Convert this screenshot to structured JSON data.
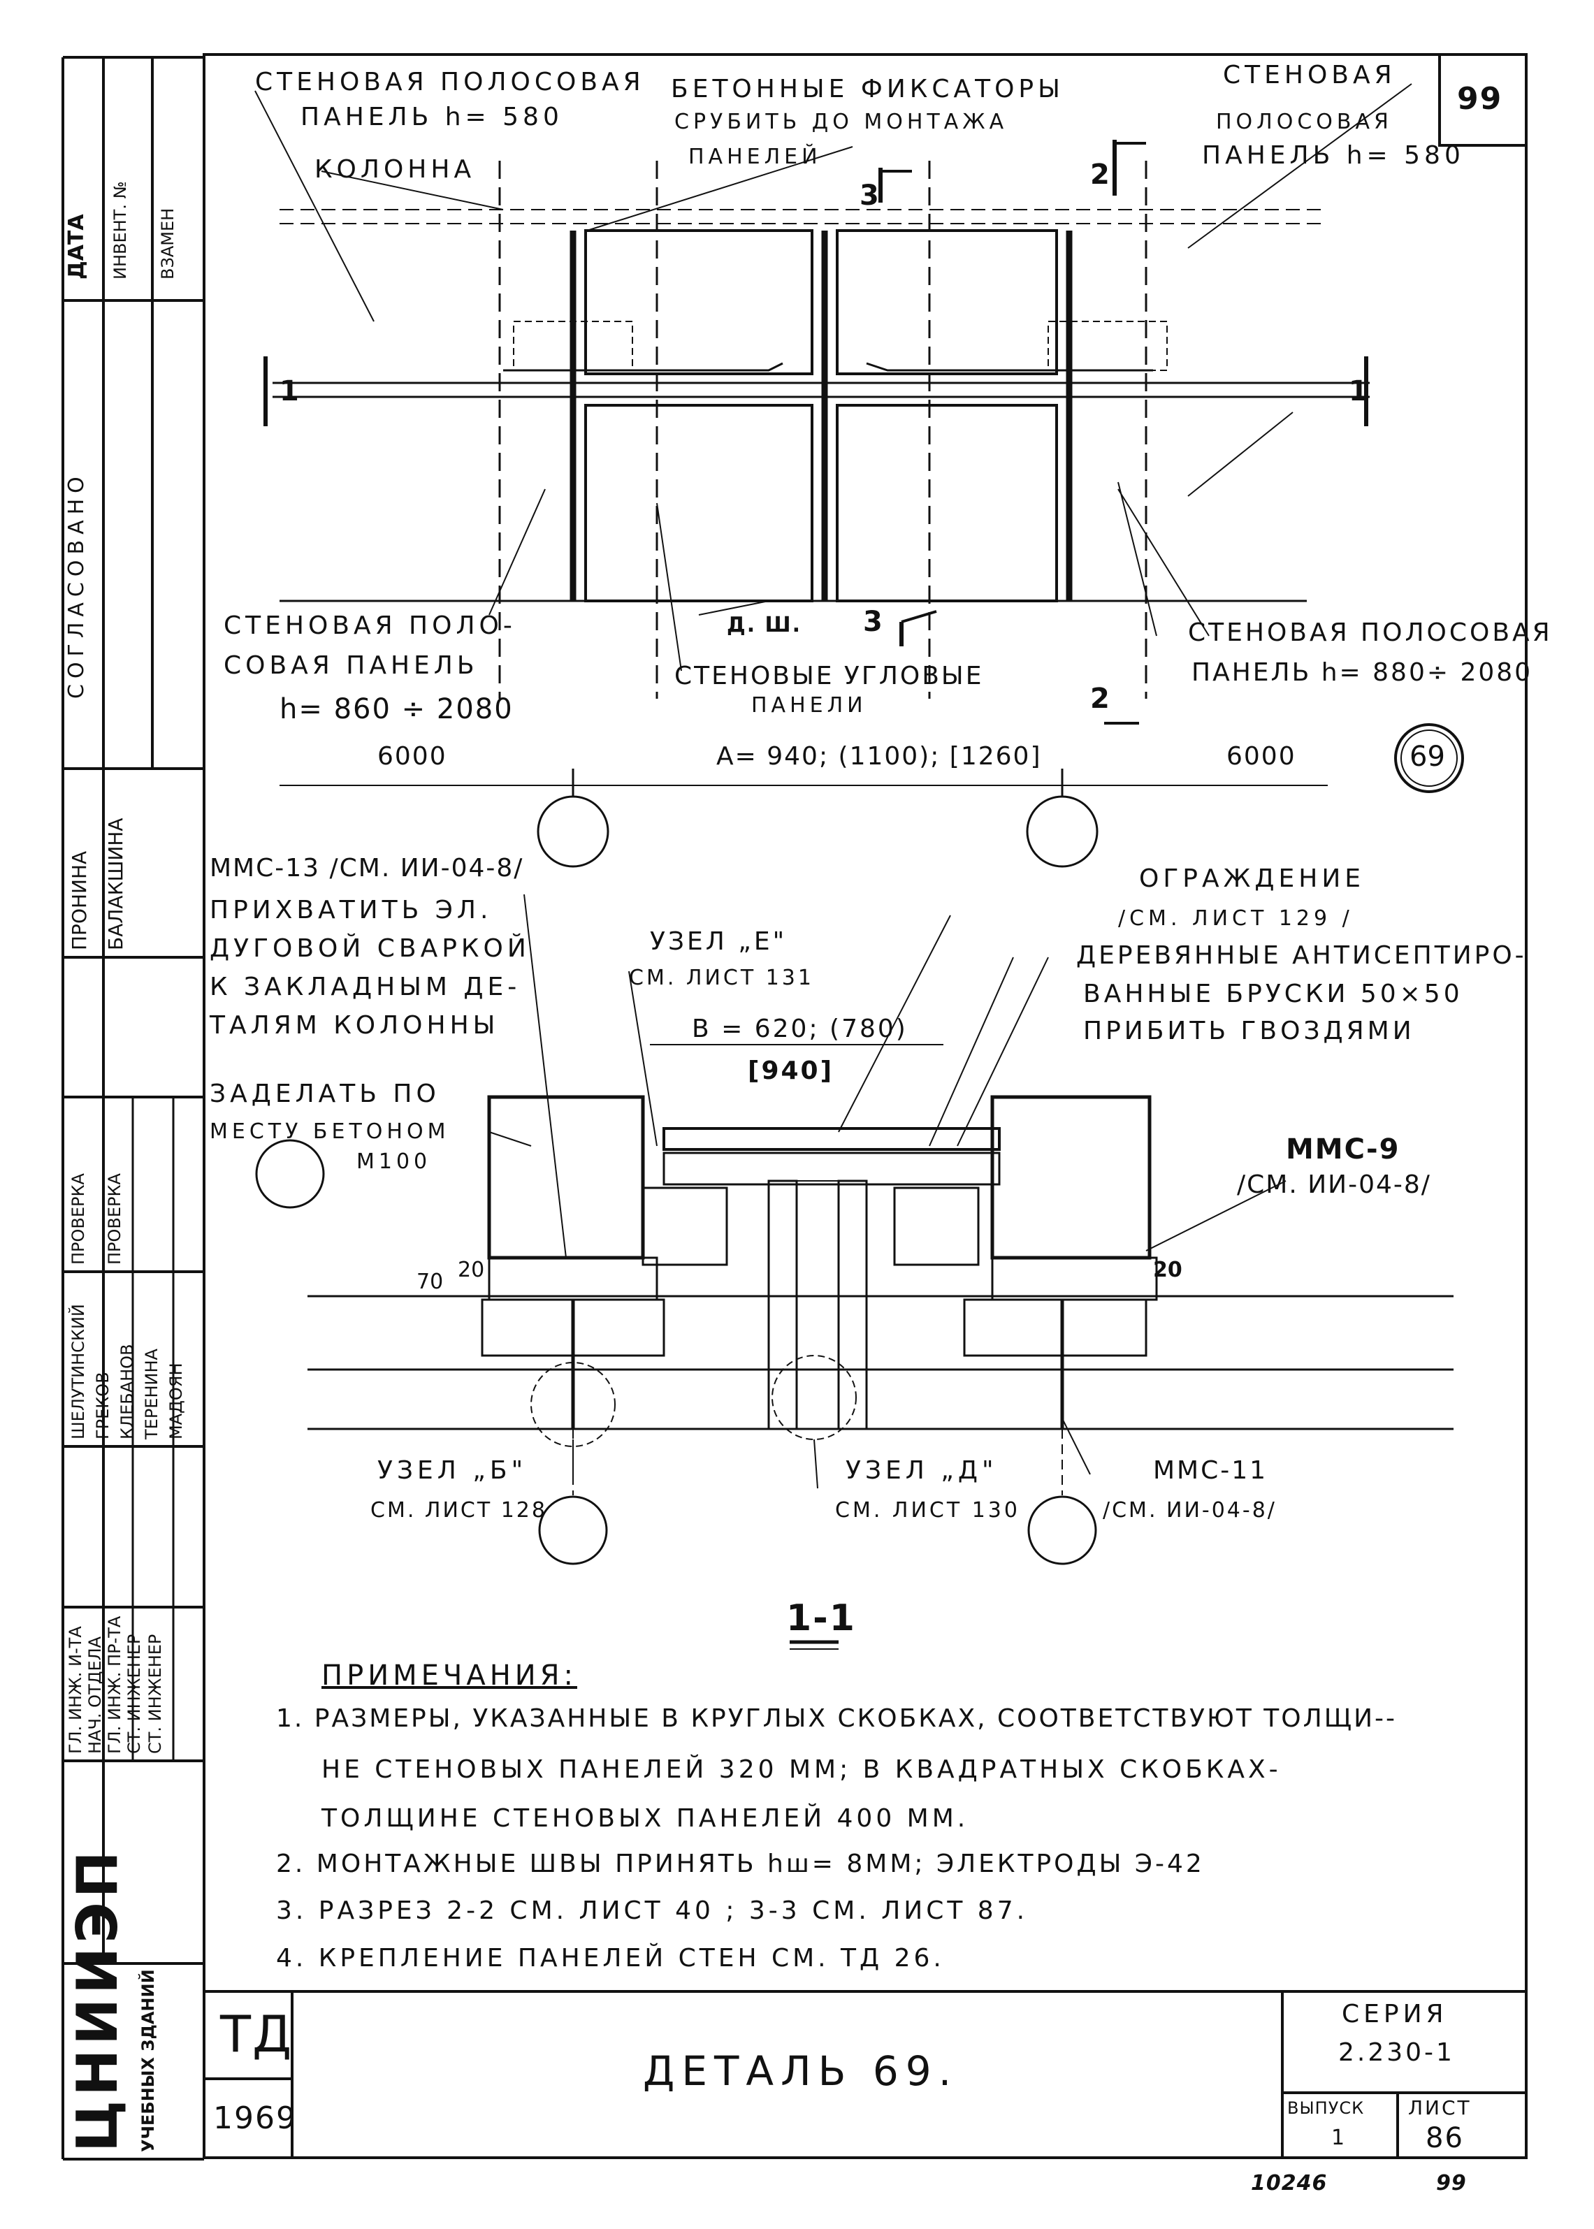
{
  "sheet": {
    "page_number": "99",
    "detail_circle": "69",
    "section_title": "1-1",
    "detail_title": "ДЕТАЛЬ 69.",
    "series_label": "СЕРИЯ",
    "series_value": "2.230-1",
    "issue_label": "ВЫПУСК",
    "issue_value": "1",
    "list_label": "ЛИСТ",
    "list_value": "86",
    "td_mark": "ТД",
    "year": "1969",
    "org_name": "ЦНИИЭП",
    "org_sub": "УЧЕБНЫХ ЗДАНИЙ",
    "archive_no": "10246",
    "archive_sheet": "99"
  },
  "side_stamp": {
    "data": "ДАТА",
    "invent": "ИНВЕНТ. №",
    "vzamen": "ВЗАМЕН",
    "soglasovano": "СОГЛАСОВАНО",
    "pronina": "ПРОНИНА",
    "balakshina": "БАЛАКШИНА",
    "proverka1": "ПРОВЕРКА",
    "proverka2": "ПРОВЕРКА",
    "shelutinsky": "ШЕЛУТИНСКИЙ",
    "grekov": "ГРЕКОВ",
    "klebanov": "КЛЕБАНОВ",
    "terenina": "ТЕРЕНИНА",
    "madoyan": "МАДОЯН",
    "gl_inzh": "ГЛ. ИНЖ. И-ТА",
    "nach_otdela": "НАЧ. ОТДЕЛА",
    "gl_inzh_pr": "ГЛ. ИНЖ. ПР-ТА",
    "st_inzh1": "СТ. ИНЖЕНЕР",
    "st_inzh2": "СТ. ИНЖЕНЕР"
  },
  "plan_labels": {
    "wall_panel_580_left_1": "СТЕНОВАЯ ПОЛОСОВАЯ",
    "wall_panel_580_left_2": "ПАНЕЛЬ h= 580",
    "column": "КОЛОННА",
    "fixators_1": "БЕТОННЫЕ ФИКСАТОРЫ",
    "fixators_2": "СРУБИТЬ ДО МОНТАЖА",
    "fixators_3": "ПАНЕЛЕЙ",
    "wall_panel_580_right_1": "СТЕНОВАЯ",
    "wall_panel_580_right_2": "ПОЛОСОВАЯ",
    "wall_panel_580_right_3": "ПАНЕЛЬ h= 580",
    "wall_panel_bl_1": "СТЕНОВАЯ ПОЛО-",
    "wall_panel_bl_2": "СОВАЯ ПАНЕЛЬ",
    "wall_panel_bl_3": "h= 860 ÷ 2080",
    "dsh": "Д. Ш.",
    "corner_panels_1": "СТЕНОВЫЕ УГЛОВЫЕ",
    "corner_panels_2": "ПАНЕЛИ",
    "wall_panel_br_1": "СТЕНОВАЯ ПОЛОСОВАЯ",
    "wall_panel_br_2": "ПАНЕЛЬ h= 880÷ 2080",
    "dim_left": "6000",
    "dim_mid": "A= 940; (1100); [1260]",
    "dim_right": "6000",
    "cut_1": "1",
    "cut_2": "2",
    "cut_3": "3"
  },
  "section_labels": {
    "mmc13_1": "ММС-13 /СМ. ИИ-04-8/",
    "mmc13_2": "ПРИХВАТИТЬ ЭЛ.",
    "mmc13_3": "ДУГОВОЙ СВАРКОЙ",
    "mmc13_4": "К ЗАКЛАДНЫМ ДЕ-",
    "mmc13_5": "ТАЛЯМ КОЛОННЫ",
    "uzel_e_1": "УЗЕЛ „Е\"",
    "uzel_e_2": "СМ. ЛИСТ 131",
    "b_dim_1": "B = 620; (780)",
    "b_dim_2": "[940]",
    "zadelat_1": "ЗАДЕЛАТЬ ПО",
    "zadelat_2": "МЕСТУ БЕТОНОМ",
    "zadelat_3": "М100",
    "ograzhd_1": "ОГРАЖДЕНИЕ",
    "ograzhd_2": "/СМ. ЛИСТ 129 /",
    "ograzhd_3": "ДЕРЕВЯННЫЕ АНТИСЕПТИРО-",
    "ograzhd_4": "ВАННЫЕ БРУСКИ 50×50",
    "ograzhd_5": "ПРИБИТЬ ГВОЗДЯМИ",
    "mmc9_1": "ММС-9",
    "mmc9_2": "/СМ. ИИ-04-8/",
    "d70": "70",
    "d20a": "20",
    "d20b": "20",
    "uzel_b_1": "УЗЕЛ „Б\"",
    "uzel_b_2": "СМ. ЛИСТ 128",
    "uzel_d_1": "УЗЕЛ „Д\"",
    "uzel_d_2": "СМ. ЛИСТ 130",
    "mmc11_1": "ММС-11",
    "mmc11_2": "/СМ. ИИ-04-8/"
  },
  "notes": {
    "heading": "ПРИМЕЧАНИЯ:",
    "n1_l1": "1. РАЗМЕРЫ, УКАЗАННЫЕ В КРУГЛЫХ СКОБКАХ, СООТВЕТСТВУЮТ ТОЛЩИ--",
    "n1_l2": "НЕ СТЕНОВЫХ ПАНЕЛЕЙ 320 ММ; В КВАДРАТНЫХ СКОБКАХ-",
    "n1_l3": "ТОЛЩИНЕ СТЕНОВЫХ ПАНЕЛЕЙ 400 ММ.",
    "n2": "2. МОНТАЖНЫЕ ШВЫ ПРИНЯТЬ hш= 8ММ; ЭЛЕКТРОДЫ Э-42",
    "n3": "3. РАЗРЕЗ 2-2 СМ. ЛИСТ 40 ; 3-3 СМ. ЛИСТ 87.",
    "n4": "4. КРЕПЛЕНИЕ ПАНЕЛЕЙ СТЕН СМ. ТД 26."
  }
}
